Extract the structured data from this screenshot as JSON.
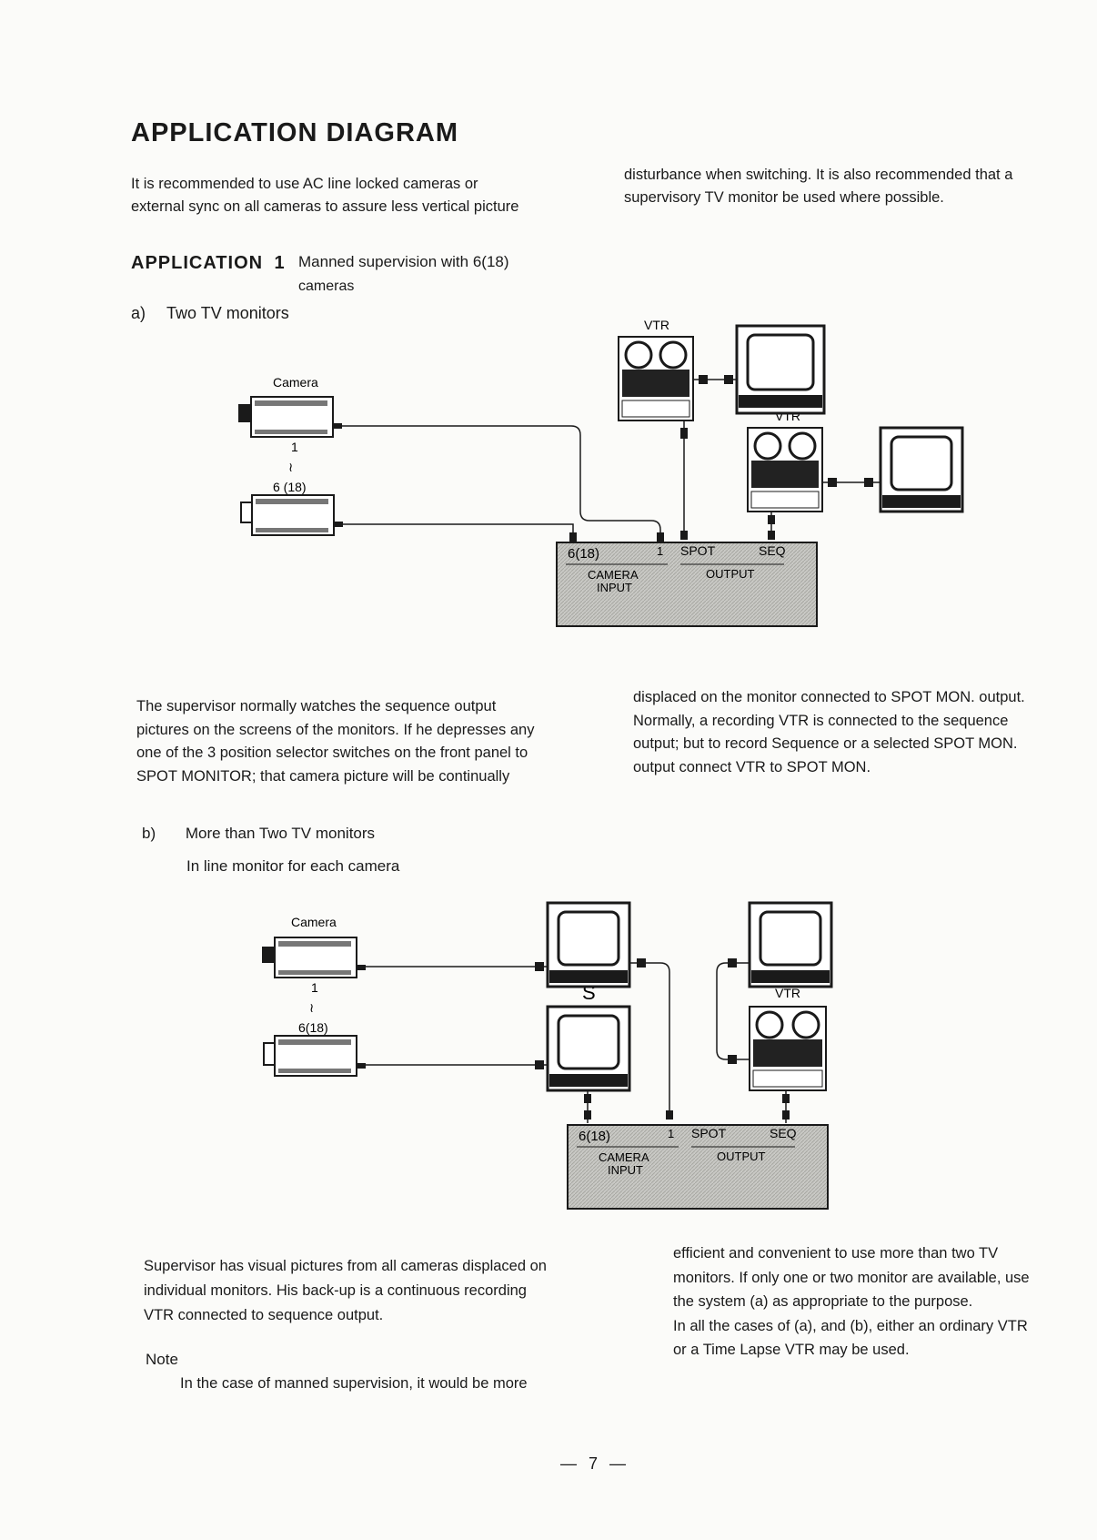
{
  "title": "APPLICATION DIAGRAM",
  "intro": {
    "left": [
      "It is recommended to use AC line locked cameras or",
      "external sync on all cameras to assure less vertical picture"
    ],
    "right": [
      "disturbance when switching. It is also recommended that a",
      "supervisory TV monitor be used where possible."
    ]
  },
  "app1": {
    "label": "APPLICATION",
    "number": "1",
    "desc1": "Manned supervision with 6(18)",
    "desc2": "cameras"
  },
  "section_a": {
    "letter": "a)",
    "title": "Two TV monitors"
  },
  "diagram1": {
    "vtr_top": "VTR",
    "vtr_second": "VTR",
    "camera": "Camera",
    "cam_first": "1",
    "tilde": "≀",
    "cam_last": "6 (18)",
    "panel": {
      "range": "6(18)",
      "one": "1",
      "spot": "SPOT",
      "seq": "SEQ",
      "camera_input_1": "CAMERA",
      "camera_input_2": "INPUT",
      "output": "OUTPUT"
    }
  },
  "para_a": {
    "left": [
      "The supervisor normally watches the sequence output",
      "pictures on the screens of the monitors. If he depresses any",
      "one of the 3 position selector switches on the front panel to",
      "SPOT MONITOR; that camera picture will be continually"
    ],
    "right": [
      "displaced on the monitor connected to SPOT MON. output.",
      "Normally, a recording VTR is connected to the sequence",
      "output; but to record Sequence or a selected SPOT MON.",
      "output connect VTR to SPOT MON."
    ]
  },
  "section_b": {
    "letter": "b)",
    "title": "More than Two TV monitors",
    "subtitle": "In line monitor for each camera"
  },
  "diagram2": {
    "camera": "Camera",
    "cam_first": "1",
    "tilde": "≀",
    "cam_last": "6(18)",
    "vtr": "VTR",
    "monitor_tilde": "S",
    "panel": {
      "range": "6(18)",
      "one": "1",
      "spot": "SPOT",
      "seq": "SEQ",
      "camera_input_1": "CAMERA",
      "camera_input_2": "INPUT",
      "output": "OUTPUT"
    }
  },
  "para_b": {
    "left": [
      "Supervisor has visual pictures from all cameras displaced on",
      "individual monitors. His back-up is a continuous recording",
      "VTR connected to sequence output."
    ],
    "note_title": "Note",
    "note_text": "In the case of manned supervision, it would be more",
    "right": [
      "efficient and convenient to use more than two TV",
      "monitors. If only one or two monitor are available, use",
      "the system (a) as appropriate to the purpose.",
      "In all the cases of (a), and (b), either an ordinary VTR",
      "or a Time Lapse VTR may be used."
    ]
  },
  "page_number": "— 7 —"
}
